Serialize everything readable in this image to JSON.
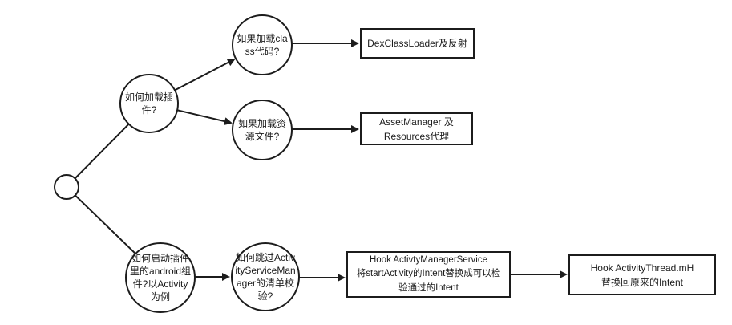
{
  "canvas": {
    "background": "#ffffff",
    "stroke_color": "#1c1c1c",
    "text_color": "#1c1c1c"
  },
  "nodes": {
    "root": {
      "label": ""
    },
    "load_plugin": {
      "label": "如何加载插\n件?"
    },
    "load_class": {
      "label": "如果加载cla\nss代码?"
    },
    "load_resource": {
      "label": "如果加载资\n源文件?"
    },
    "dex_reflection": {
      "label": "DexClassLoader及反射"
    },
    "asset_manager": {
      "label": "AssetManager 及\nResources代理"
    },
    "start_component": {
      "label": "如何启动插件\n里的android组\n件?以Activity\n为例"
    },
    "skip_check": {
      "label": "如何跳过Activ\nityServiceMan\nager的清单校\n验?"
    },
    "hook_ams": {
      "label": "Hook ActivtyManagerService\n将startActivity的Intent替换成可以检\n验通过的Intent"
    },
    "hook_activity_thread": {
      "label": "Hook ActivityThread.mH\n替换回原来的Intent"
    }
  }
}
